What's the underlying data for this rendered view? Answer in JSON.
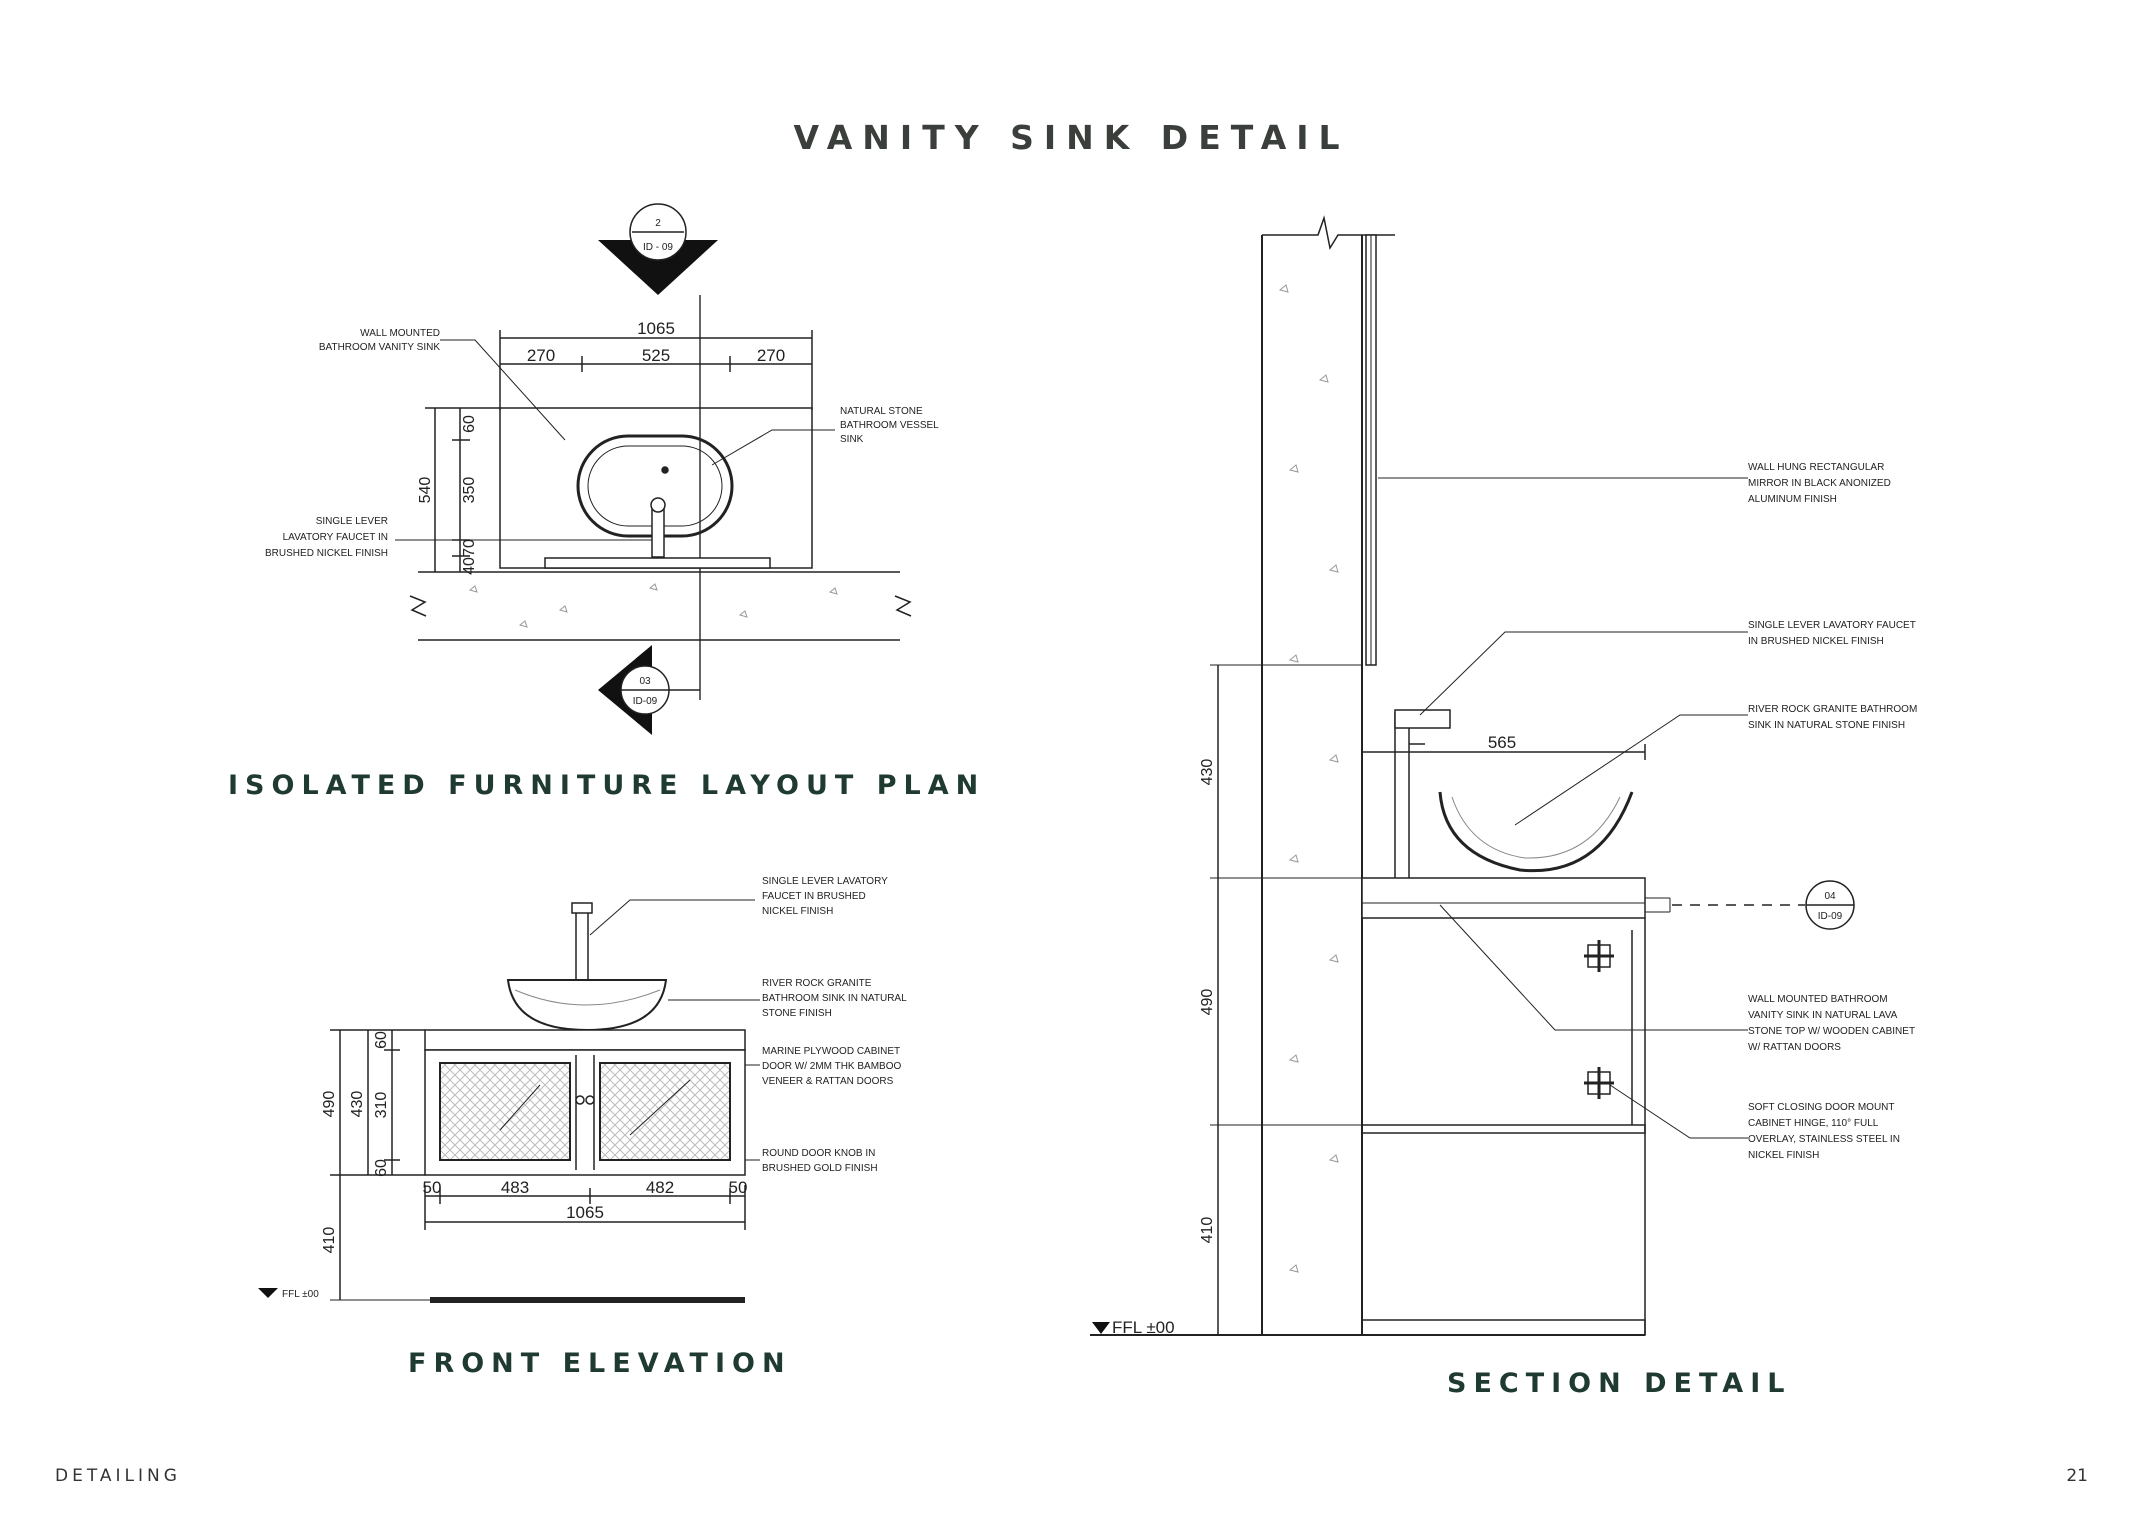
{
  "page": {
    "title": "VANITY SINK DETAIL",
    "footer_left": "DETAILING",
    "page_number": "21"
  },
  "plan": {
    "title": "ISOLATED FURNITURE LAYOUT PLAN",
    "marker_top": {
      "number": "2",
      "sheet": "ID - 09"
    },
    "marker_bottom": {
      "number": "03",
      "sheet": "ID-09"
    },
    "dims": {
      "overall": "1065",
      "left": "270",
      "middle": "525",
      "right": "270",
      "depth": "540",
      "top": "60",
      "mid": "350",
      "bottom_a": "70",
      "bottom_b": "40"
    },
    "notes": {
      "wall_sink": [
        "WALL MOUNTED",
        "BATHROOM VANITY SINK"
      ],
      "vessel": [
        "NATURAL STONE",
        "BATHROOM VESSEL",
        "SINK"
      ],
      "faucet": [
        "SINGLE LEVER",
        "LAVATORY FAUCET IN",
        "BRUSHED NICKEL FINISH"
      ]
    }
  },
  "elevation": {
    "title": "FRONT ELEVATION",
    "dims": {
      "total": "490",
      "cabinet": "430",
      "top": "60",
      "door": "310",
      "base": "60",
      "floor": "410",
      "left_end": "50",
      "left_door": "483",
      "right_door": "482",
      "right_end": "50",
      "overall": "1065"
    },
    "level": "FFL ±00",
    "notes": {
      "faucet": [
        "SINGLE LEVER LAVATORY",
        "FAUCET IN BRUSHED",
        "NICKEL FINISH"
      ],
      "sink": [
        "RIVER ROCK GRANITE",
        "BATHROOM SINK IN NATURAL",
        "STONE FINISH"
      ],
      "cabinet": [
        "MARINE PLYWOOD CABINET",
        "DOOR W/ 2MM THK BAMBOO",
        "VENEER & RATTAN DOORS"
      ],
      "knob": [
        "ROUND DOOR KNOB IN",
        "BRUSHED GOLD FINISH"
      ]
    }
  },
  "section": {
    "title": "SECTION DETAIL",
    "dims": {
      "upper": "430",
      "middle": "490",
      "lower": "410",
      "sink_width": "565"
    },
    "level": "FFL ±00",
    "marker": {
      "number": "04",
      "sheet": "ID-09"
    },
    "notes": {
      "mirror": [
        "WALL HUNG RECTANGULAR",
        "MIRROR IN BLACK ANONIZED",
        "ALUMINUM FINISH"
      ],
      "faucet": [
        "SINGLE LEVER LAVATORY FAUCET",
        "IN BRUSHED NICKEL FINISH"
      ],
      "sink": [
        "RIVER ROCK GRANITE BATHROOM",
        "SINK IN NATURAL STONE FINISH"
      ],
      "vanity": [
        "WALL MOUNTED BATHROOM",
        "VANITY SINK IN NATURAL LAVA",
        "STONE TOP W/ WOODEN CABINET",
        "W/ RATTAN DOORS"
      ],
      "hinge": [
        "SOFT CLOSING DOOR MOUNT",
        "CABINET HINGE, 110° FULL",
        "OVERLAY, STAINLESS STEEL IN",
        "NICKEL FINISH"
      ]
    }
  }
}
